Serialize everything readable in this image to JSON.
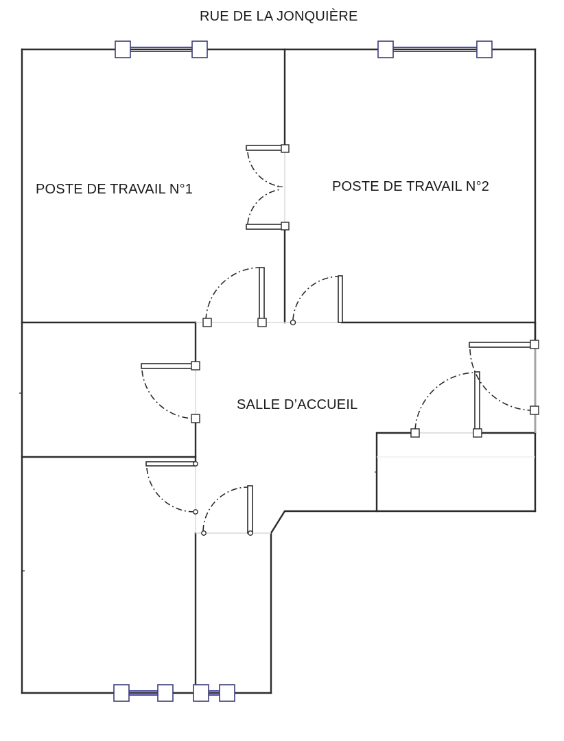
{
  "street": "RUE DE LA JONQUIÈRE",
  "rooms": {
    "workstation_1": "POSTE DE TRAVAIL N°1",
    "workstation_2": "POSTE DE TRAVAIL N°2",
    "reception": "SALLE D’ACCUEIL"
  },
  "colors": {
    "walls": "#2b2b2b",
    "windows": "#4a4ab0",
    "window_frame": "#3c3c78"
  }
}
